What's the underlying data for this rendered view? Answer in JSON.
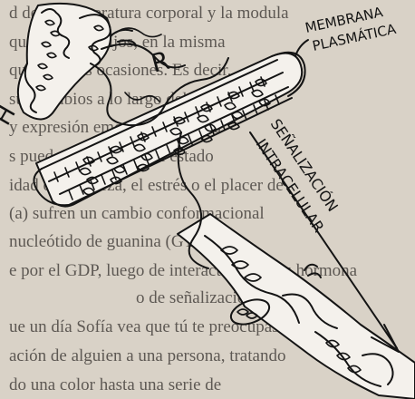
{
  "background_text": [
    "d de la temperatura corporal y la modula",
    "que tenemos hijos, en la misma",
    "que en otras ocasiones. Es decir,",
    "sus cambios a lo largo del día, en",
    "y expresión emocional en cada",
    "s pueden determinar el estado",
    "idad o la tristeza, el estrés o el placer de",
    "(a) sufren un cambio conformacional",
    "nucleótido de guanina (GTP)",
    "e por el GDP, luego de interactuar con su hormona",
    "o de señalización.",
    "ue un día Sofía vea que tú te preocupas",
    "ación de alguien a una persona, tratando",
    "do una color hasta una serie de"
  ],
  "labels": {
    "h": "H",
    "r": "R",
    "membrane_line1": "MEMBRANA",
    "membrane_line2": "PLASMÁTICA",
    "signal_line1": "SEÑALIZACIÓN",
    "signal_line2": "INTRACELULAR"
  }
}
